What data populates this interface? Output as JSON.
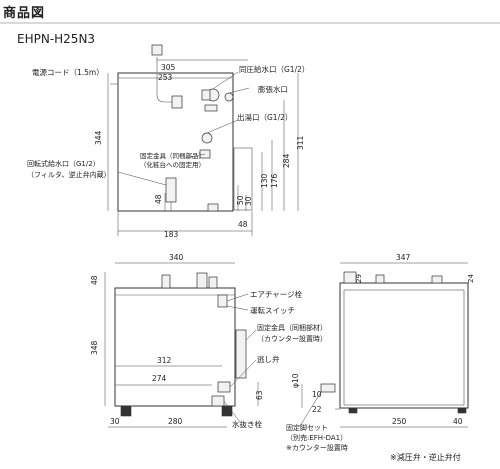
{
  "title": "商品図",
  "model": "EHPN-H25N3",
  "labels": {
    "power_cord": "電源コード（1.5m）",
    "pressure_inlet": "同圧給水口（G1/2）",
    "expansion_outlet": "膨張水口",
    "hot_outlet": "出湯口（G1/2）",
    "fixing_bracket_1": "固定金具（同梱部品）",
    "fixing_bracket_2": "（化粧台への固定用）",
    "rotary_inlet_1": "回転式給水口（G1/2）",
    "rotary_inlet_2": "（フィルタ、逆止弁内蔵）",
    "air_charge_plug": "エアチャージ栓",
    "run_switch": "運転スイッチ",
    "counter_bracket_1": "固定金具（同梱部材）",
    "counter_bracket_2": "（カウンター設置時）",
    "relief_valve": "逃し弁",
    "drain_plug": "水抜き栓",
    "fixing_leg_set_1": "固定脚セット",
    "fixing_leg_set_2": "（別売:EFH-DA1）",
    "fixing_leg_set_3": "※カウンター設置時",
    "phi10": "φ10",
    "footnote1": "※減圧弁・逆止弁付"
  },
  "dimensions": {
    "d305": "305",
    "d253": "253",
    "d344": "344",
    "d311": "311",
    "d284": "284",
    "d176": "176",
    "d130": "130",
    "d50": "50",
    "d30": "30",
    "d48a": "48",
    "d48b": "48",
    "d183": "183",
    "d340": "340",
    "d48c": "48",
    "d348": "348",
    "d312": "312",
    "d274": "274",
    "d30b": "30",
    "d280": "280",
    "d63": "63",
    "d347": "347",
    "d29": "29",
    "d24": "24",
    "d22": "22",
    "d250": "250",
    "d40": "40",
    "d10": "10"
  }
}
